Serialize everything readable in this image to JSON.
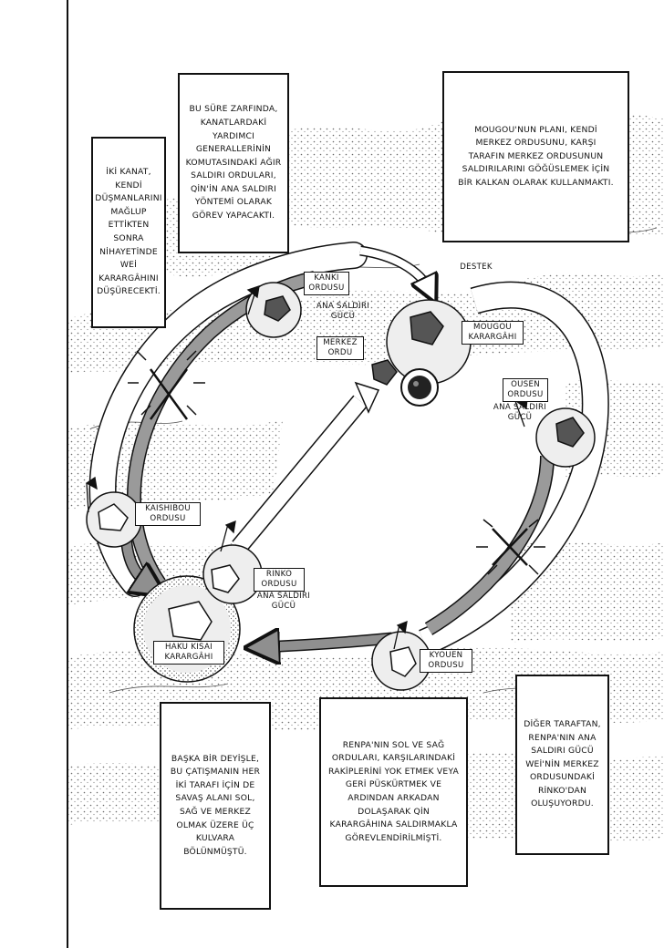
{
  "captions": {
    "left_top": "İKİ KANAT, KENDİ DÜŞMANLARINI MAĞLUP ETTİKTEN SONRA NİHAYETİNDE WEİ KARARGÂHINI DÜŞÜRECEKTİ.",
    "center_top": "BU SÜRE ZARFINDA, KANATLARDAKİ YARDIMCI GENERALLERİNİN KOMUTASINDAKİ AĞIR SALDIRI ORDULARI, QİN'İN ANA SALDIRI YÖNTEMİ OLARAK GÖREV YAPACAKTI.",
    "right_top": "MOUGOU'NUN PLANI, KENDİ MERKEZ ORDUSUNU, KARŞI TARAFIN MERKEZ ORDUSUNUN SALDIRILARINI GÖĞÜSLEMEK İÇİN BİR KALKAN OLARAK KULLANMAKTI.",
    "bottom_left": "BAŞKA BİR DEYİŞLE, BU ÇATIŞMANIN HER İKİ TARAFI İÇİN DE SAVAŞ ALANI SOL, SAĞ VE MERKEZ OLMAK ÜZERE ÜÇ KULVARA BÖLÜNMÜŞTÜ.",
    "bottom_center": "RENPA'NIN SOL VE SAĞ ORDULARI, KARŞILARINDAKİ RAKİPLERİNİ YOK ETMEK VEYA GERİ PÜSKÜRTMEK VE ARDINDAN ARKADAN DOLAŞARAK QİN KARARGÂHINA SALDIRMAKLA GÖREVLENDİRİLMİŞTİ.",
    "bottom_right": "DİĞER TARAFTAN, RENPA'NIN ANA SALDIRI GÜCÜ WEİ'NİN MERKEZ ORDUSUNDAKİ RİNKO'DAN OLUŞUYORDU."
  },
  "map_labels": {
    "kanki": "KANKI ORDUSU",
    "kanki_sub": "ANA SALDIRI GÜCÜ",
    "destek": "DESTEK",
    "mougou": "MOUGOU KARARGÂHI",
    "merkez": "MERKEZ ORDU",
    "ousen": "OUSEN ORDUSU",
    "ousen_sub": "ANA SALDIRI GÜCÜ",
    "kaishibou": "KAISHIBOU ORDUSU",
    "rinko": "RINKO ORDUSU",
    "rinko_sub": "ANA SALDIRI GÜCÜ",
    "haku": "HAKU KISAI KARARGÂHI",
    "kyouen": "KYOUEN ORDUSU"
  },
  "colors": {
    "ink": "#111111",
    "paper": "#ffffff",
    "track_shade": "#9a9a9a",
    "circle_fill": "#eeeeee"
  }
}
